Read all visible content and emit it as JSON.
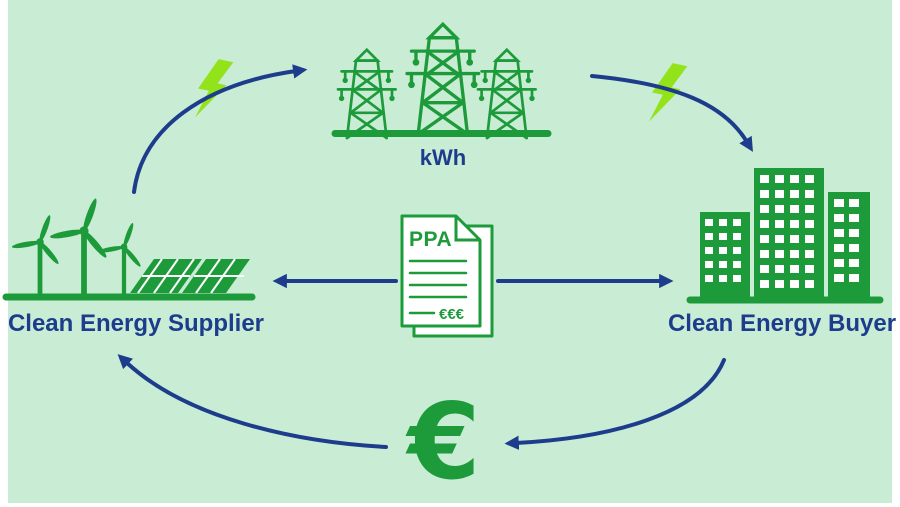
{
  "diagram": {
    "background_color": "#c9ecd4",
    "icon_color": "#1d9b3b",
    "text_and_arrow_color": "#1d3d8c",
    "lightning_color": "#93e31a",
    "grid": {
      "label": "kWh"
    },
    "supplier": {
      "label": "Clean Energy Supplier"
    },
    "buyer": {
      "label": "Clean Energy Buyer"
    },
    "contract": {
      "title": "PPA",
      "price_text": "€€€"
    },
    "payment": {
      "symbol": "€"
    },
    "flows": [
      "supplier-to-grid-electricity",
      "grid-to-buyer-electricity",
      "contract-to-supplier",
      "contract-to-buyer",
      "buyer-to-euro-payment",
      "euro-to-supplier-payment"
    ]
  }
}
